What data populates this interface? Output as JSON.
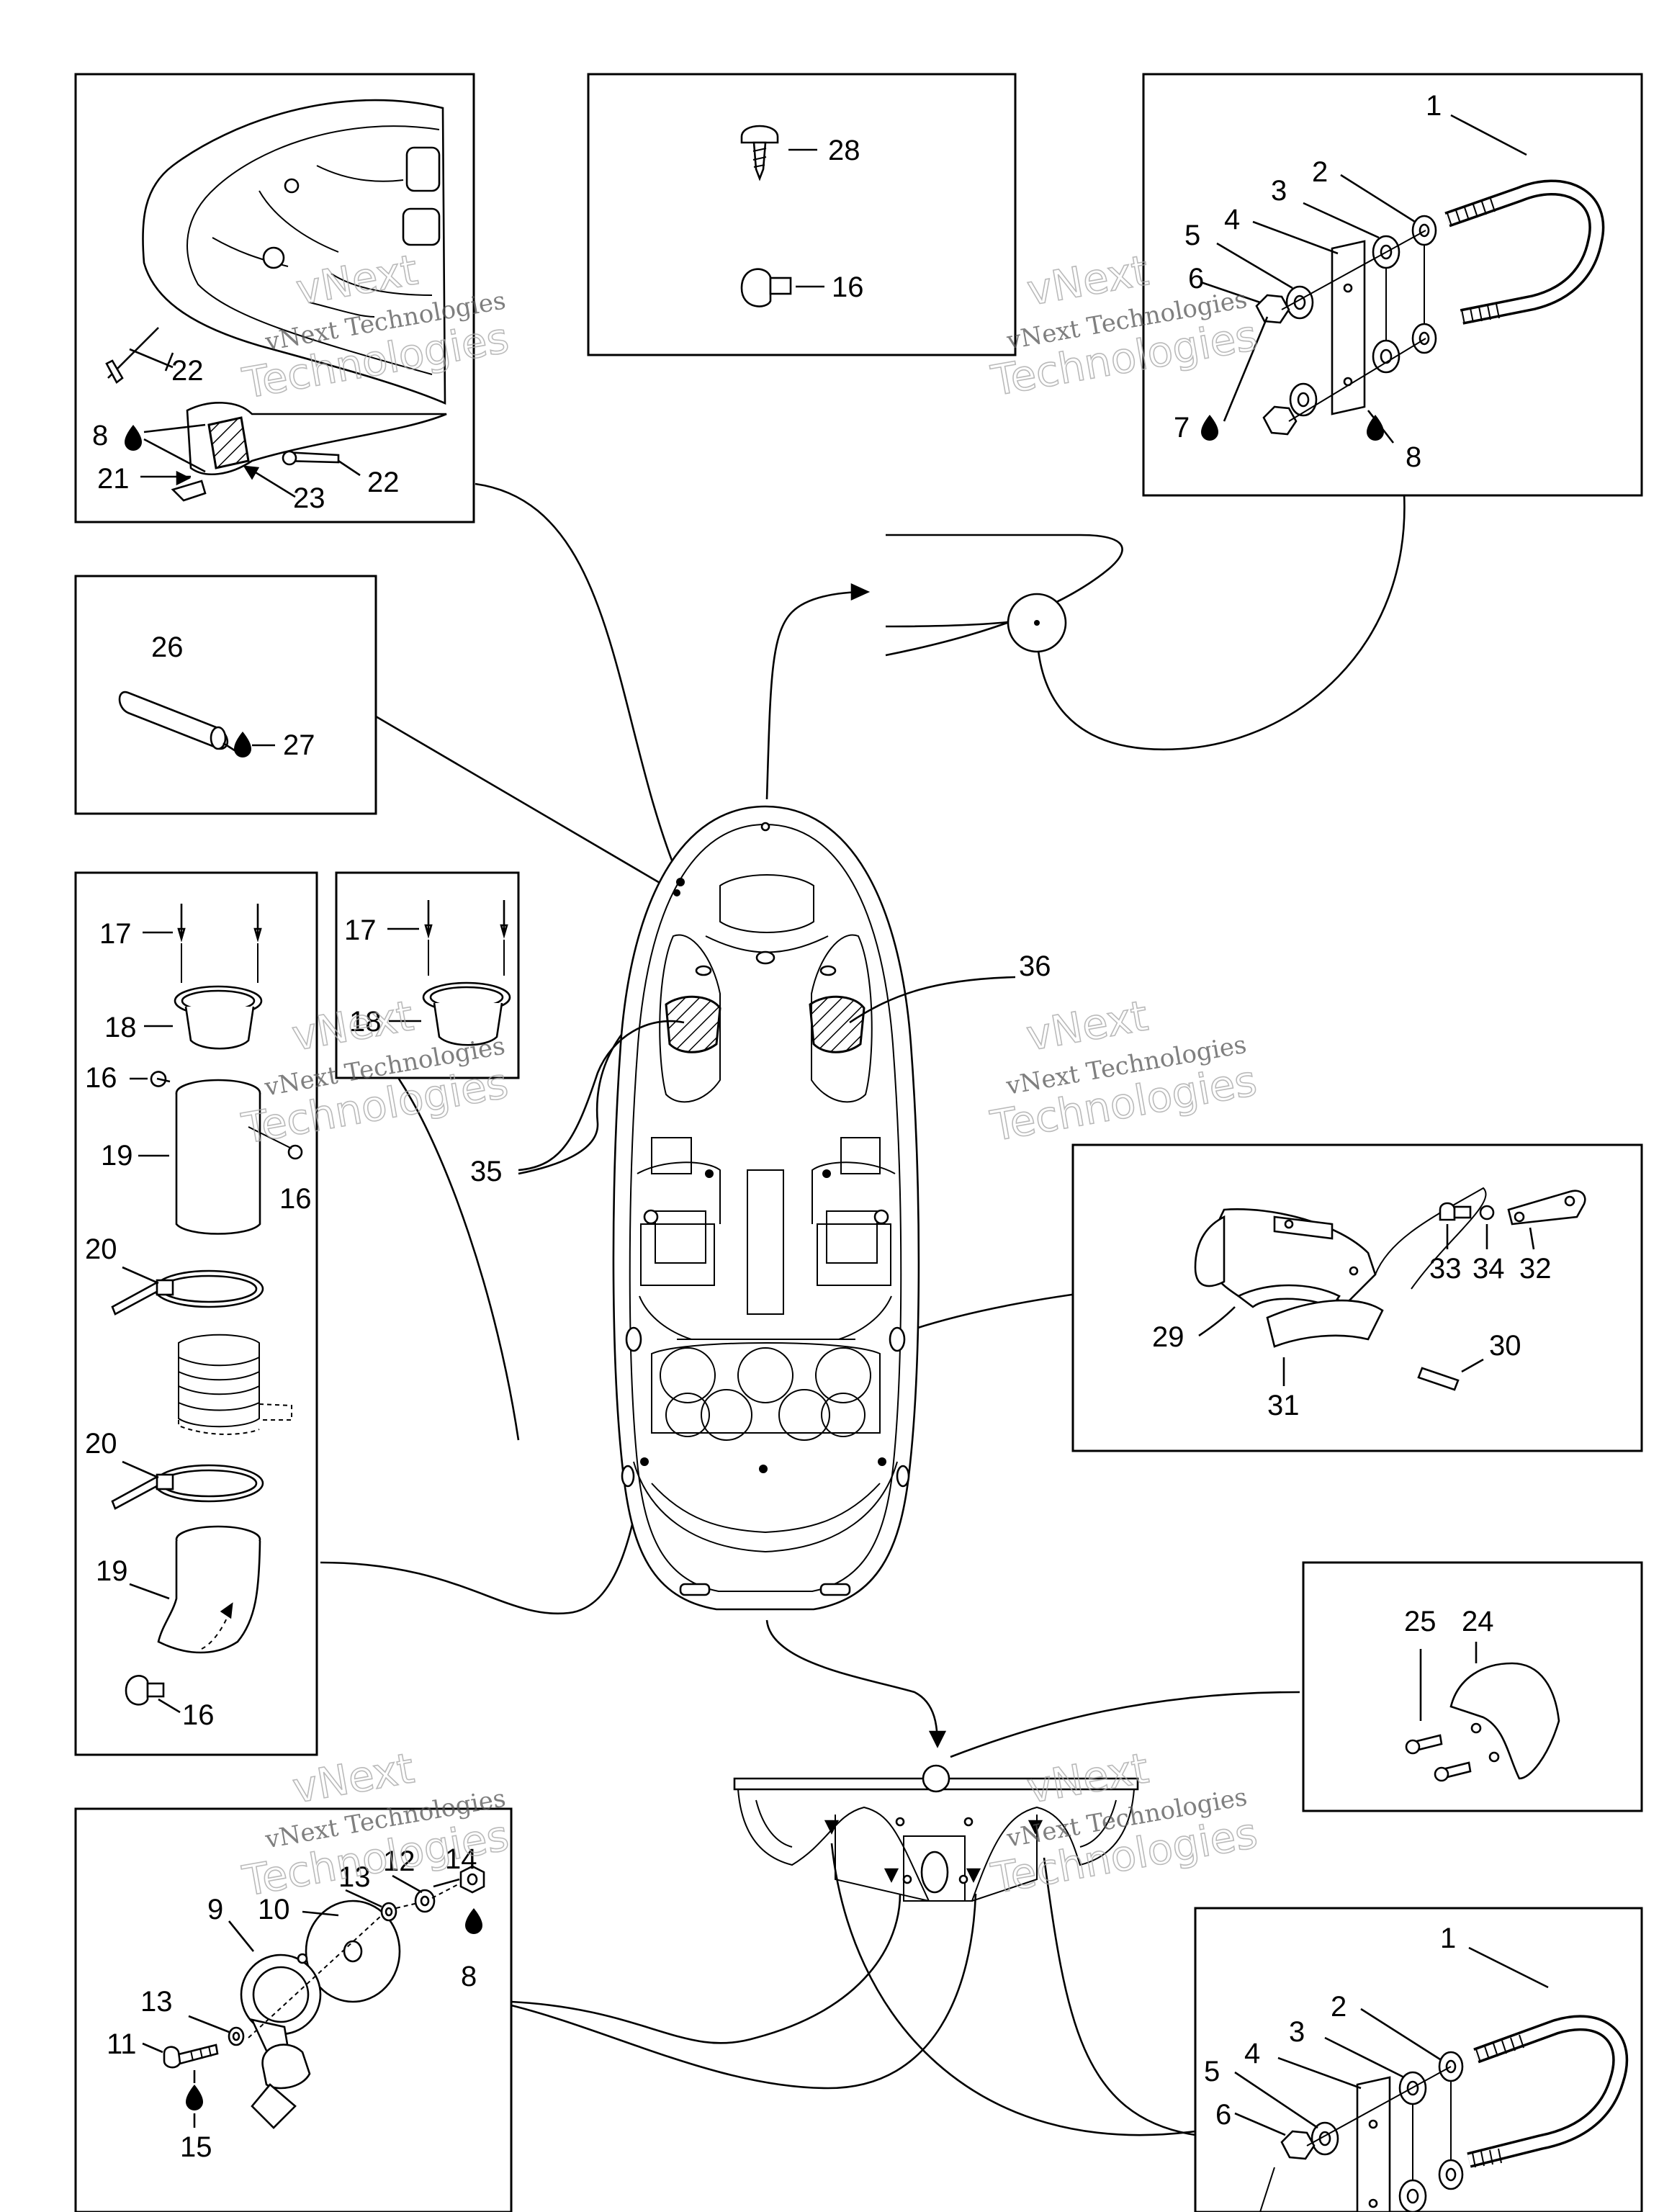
{
  "watermark": {
    "line1": "vNext",
    "line2": "vNext Technologies",
    "line3": "Technologies"
  },
  "callouts": {
    "c1": "1",
    "c2": "2",
    "c3": "3",
    "c4": "4",
    "c5": "5",
    "c6": "6",
    "c7": "7",
    "c8": "8",
    "c9": "9",
    "c10": "10",
    "c11": "11",
    "c12": "12",
    "c13": "13",
    "c14": "14",
    "c15": "15",
    "c16": "16",
    "c17": "17",
    "c18": "18",
    "c19": "19",
    "c20": "20",
    "c21": "21",
    "c22": "22",
    "c23": "23",
    "c24": "24",
    "c25": "25",
    "c26": "26",
    "c27": "27",
    "c28": "28",
    "c29": "29",
    "c30": "30",
    "c31": "31",
    "c32": "32",
    "c33": "33",
    "c34": "34",
    "c35": "35",
    "c36": "36"
  }
}
